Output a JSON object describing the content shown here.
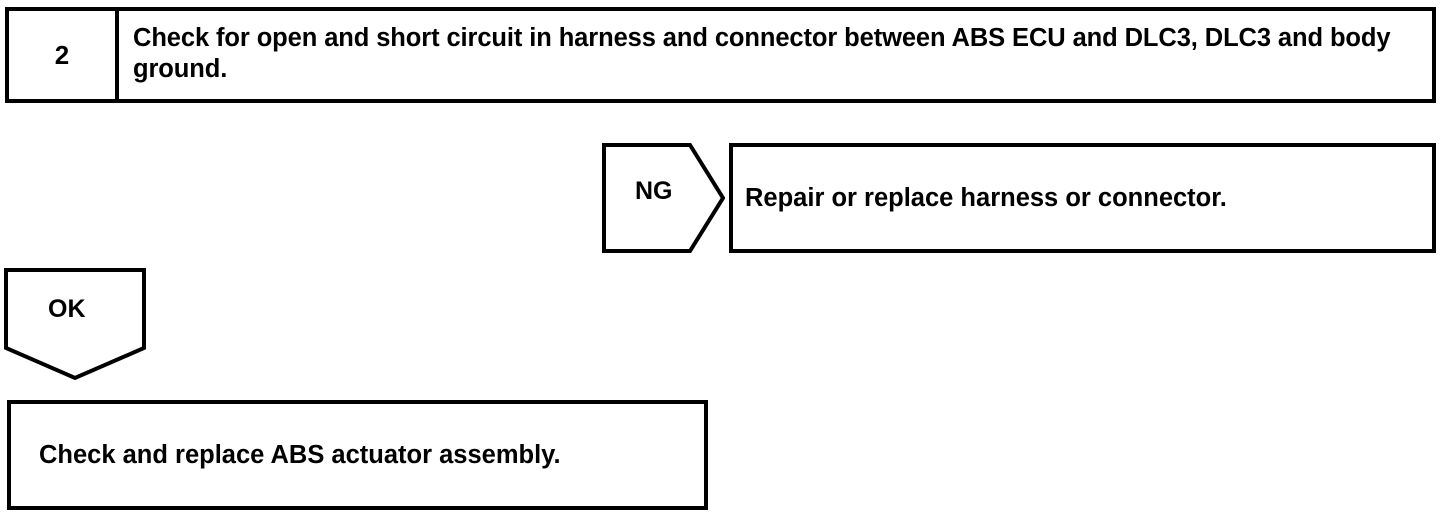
{
  "diagram": {
    "type": "troubleshooting-flowchart",
    "line_color": "#000000",
    "background_color": "#ffffff",
    "step": {
      "number": "2",
      "instruction": "Check for open and short circuit in harness and connector between ABS ECU and DLC3, DLC3 and body ground."
    },
    "branches": [
      {
        "label": "NG",
        "shape": "right-arrow-pentagon",
        "action": "Repair or replace harness or connector."
      },
      {
        "label": "OK",
        "shape": "down-arrow-pentagon",
        "action": "Check and replace ABS actuator assembly."
      }
    ],
    "ng_label": "NG",
    "ng_action": "Repair or replace harness or connector.",
    "ok_label": "OK",
    "ok_action": "Check and replace ABS actuator assembly."
  }
}
